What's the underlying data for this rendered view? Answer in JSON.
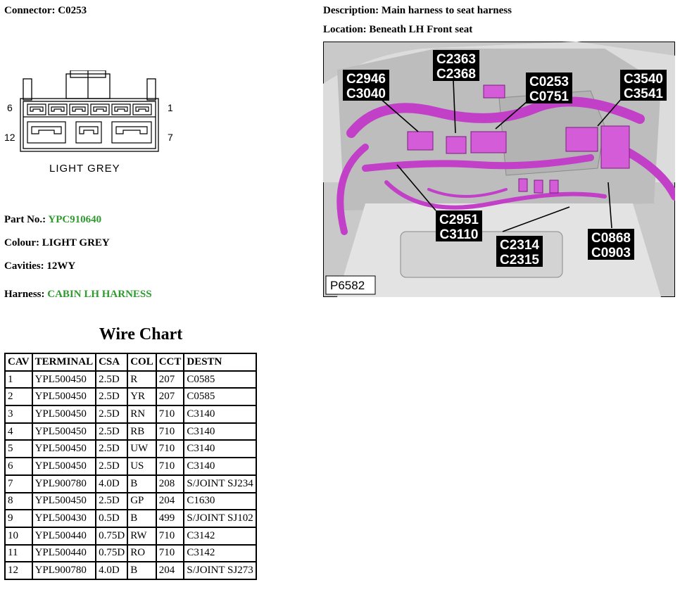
{
  "header": {
    "connector_label": "Connector:",
    "connector_value": "C0253",
    "description_label": "Description:",
    "description_value": "Main harness to seat harness",
    "location_label": "Location:",
    "location_value": "Beneath LH Front seat"
  },
  "diagram": {
    "pin_left_top": "6",
    "pin_right_top": "1",
    "pin_left_bottom": "12",
    "pin_right_bottom": "7",
    "caption": "LIGHT GREY"
  },
  "info": {
    "part_label": "Part No.:",
    "part_value": "YPC910640",
    "colour_label": "Colour:",
    "colour_value": "LIGHT GREY",
    "cavities_label": "Cavities:",
    "cavities_value": "12WY",
    "harness_label": "Harness:",
    "harness_value": "CABIN LH HARNESS"
  },
  "photo": {
    "ref": "P6582",
    "callouts": [
      {
        "line1": "C2946",
        "line2": "C3040"
      },
      {
        "line1": "C2363",
        "line2": "C2368"
      },
      {
        "line1": "C0253",
        "line2": "C0751"
      },
      {
        "line1": "C3540",
        "line2": "C3541"
      },
      {
        "line1": "C2951",
        "line2": "C3110"
      },
      {
        "line1": "C2314",
        "line2": "C2315"
      },
      {
        "line1": "C0868",
        "line2": "C0903"
      }
    ]
  },
  "wire_chart": {
    "title": "Wire Chart",
    "headers": [
      "CAV",
      "TERMINAL",
      "CSA",
      "COL",
      "CCT",
      "DESTN"
    ],
    "rows": [
      [
        "1",
        "YPL500450",
        "2.5D",
        "R",
        "207",
        "C0585"
      ],
      [
        "2",
        "YPL500450",
        "2.5D",
        "YR",
        "207",
        "C0585"
      ],
      [
        "3",
        "YPL500450",
        "2.5D",
        "RN",
        "710",
        "C3140"
      ],
      [
        "4",
        "YPL500450",
        "2.5D",
        "RB",
        "710",
        "C3140"
      ],
      [
        "5",
        "YPL500450",
        "2.5D",
        "UW",
        "710",
        "C3140"
      ],
      [
        "6",
        "YPL500450",
        "2.5D",
        "US",
        "710",
        "C3140"
      ],
      [
        "7",
        "YPL900780",
        "4.0D",
        "B",
        "208",
        "S/JOINT SJ234"
      ],
      [
        "8",
        "YPL500450",
        "2.5D",
        "GP",
        "204",
        "C1630"
      ],
      [
        "9",
        "YPL500430",
        "0.5D",
        "B",
        "499",
        "S/JOINT SJ102"
      ],
      [
        "10",
        "YPL500440",
        "0.75D",
        "RW",
        "710",
        "C3142"
      ],
      [
        "11",
        "YPL500440",
        "0.75D",
        "RO",
        "710",
        "C3142"
      ],
      [
        "12",
        "YPL900780",
        "4.0D",
        "B",
        "204",
        "S/JOINT SJ273"
      ]
    ]
  },
  "colors": {
    "link_green": "#2e9a2e",
    "harness_magenta": "#c23fc8",
    "callout_bg": "#000000",
    "photo_bg": "#c9c9c9"
  }
}
